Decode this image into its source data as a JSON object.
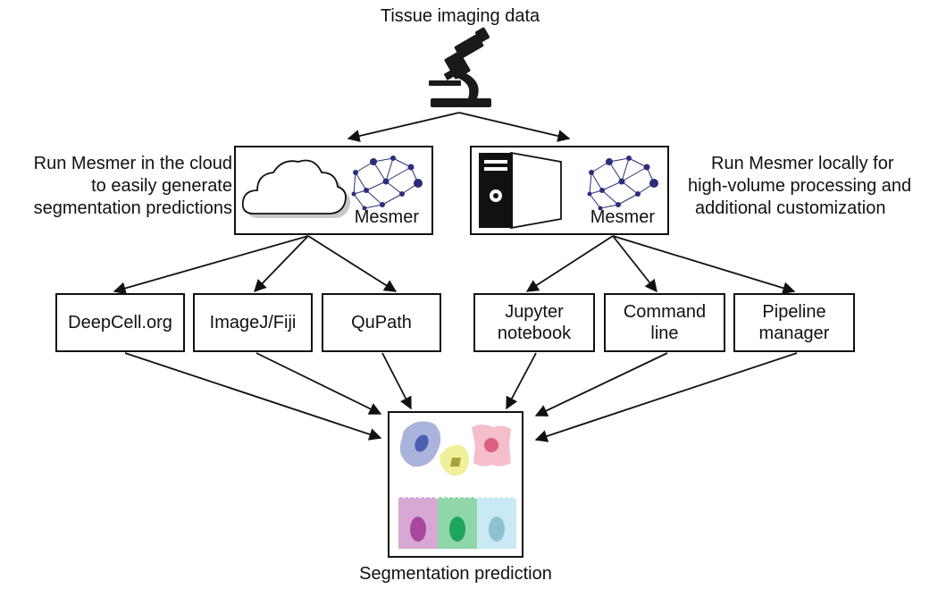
{
  "diagram": {
    "top_label": "Tissue imaging data",
    "bottom_label": "Segmentation prediction",
    "cloud_panel": {
      "description_lines": [
        "Run Mesmer in the cloud",
        "to easily generate",
        "segmentation predictions"
      ],
      "model_label": "Mesmer",
      "icons": [
        "cloud-icon",
        "neural-network-icon"
      ]
    },
    "local_panel": {
      "description_lines": [
        "Run Mesmer locally for",
        "high-volume processing and",
        "additional customization"
      ],
      "model_label": "Mesmer",
      "icons": [
        "computer-tower-icon",
        "neural-network-icon"
      ]
    },
    "cloud_options": [
      {
        "lines": [
          "DeepCell.org"
        ]
      },
      {
        "lines": [
          "ImageJ/Fiji"
        ]
      },
      {
        "lines": [
          "QuPath"
        ]
      }
    ],
    "local_options": [
      {
        "lines": [
          "Jupyter",
          "notebook"
        ]
      },
      {
        "lines": [
          "Command",
          "line"
        ]
      },
      {
        "lines": [
          "Pipeline",
          "manager"
        ]
      }
    ],
    "top_icon": "microscope-icon",
    "output_icon": "segmented-cells-icon",
    "colors": {
      "blue_cell": "#a9b3dc",
      "blue_nucleus": "#4a5fb0",
      "yellow_cell": "#f0ef9a",
      "yellow_nucleus": "#a8a43a",
      "pink_cell": "#f6bdcb",
      "pink_nucleus": "#d9607f",
      "purple_cell": "#d7a8d4",
      "purple_nucleus": "#a8479e",
      "green_cell": "#8fd6a8",
      "green_nucleus": "#1ea65a",
      "cyan_cell": "#c9e9f4",
      "cyan_nucleus": "#8cc3cf",
      "network": "#2b2f7a"
    }
  }
}
